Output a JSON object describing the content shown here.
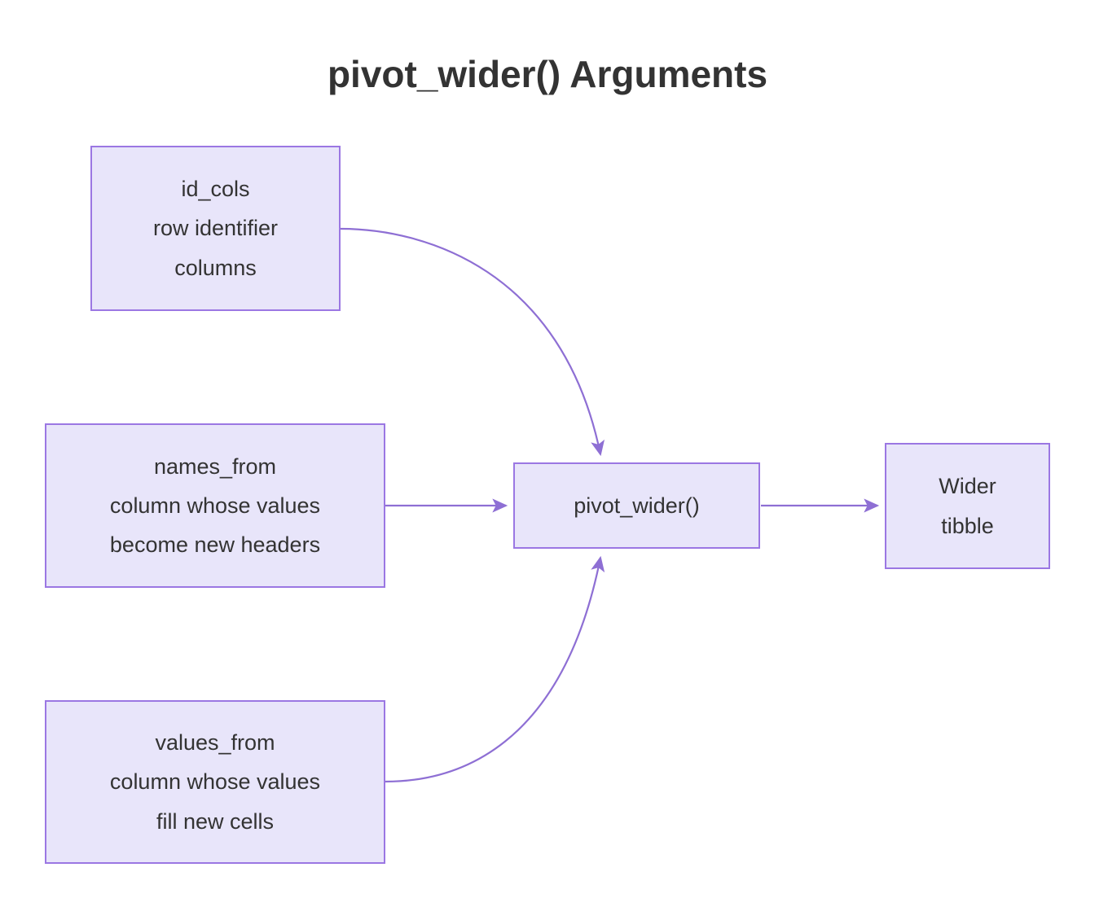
{
  "diagram": {
    "title": "pivot_wider() Arguments",
    "type": "flowchart",
    "background_color": "#FFFFFF",
    "node_fill_color": "#E8E5FA",
    "node_border_color": "#9B77E3",
    "edge_color": "#8E6FD4",
    "text_color": "#333333",
    "nodes": [
      {
        "id": "id_cols",
        "lines": [
          "id_cols",
          "row identifier",
          "columns"
        ],
        "line1": "id_cols",
        "line2": "row identifier",
        "line3": "columns"
      },
      {
        "id": "names_from",
        "lines": [
          "names_from",
          "column whose values",
          "become new headers"
        ],
        "line1": "names_from",
        "line2": "column whose values",
        "line3": "become new headers"
      },
      {
        "id": "values_from",
        "lines": [
          "values_from",
          "column whose values",
          "fill new cells"
        ],
        "line1": "values_from",
        "line2": "column whose values",
        "line3": "fill new cells"
      },
      {
        "id": "pivot_wider",
        "lines": [
          "pivot_wider()"
        ],
        "line1": "pivot_wider()"
      },
      {
        "id": "wider_tibble",
        "lines": [
          "Wider",
          "tibble"
        ],
        "line1": "Wider",
        "line2": "tibble"
      }
    ],
    "edges": [
      {
        "from": "id_cols",
        "to": "pivot_wider",
        "style": "curved",
        "label": ""
      },
      {
        "from": "names_from",
        "to": "pivot_wider",
        "style": "straight",
        "label": ""
      },
      {
        "from": "values_from",
        "to": "pivot_wider",
        "style": "curved",
        "label": ""
      },
      {
        "from": "pivot_wider",
        "to": "wider_tibble",
        "style": "straight",
        "label": ""
      }
    ]
  }
}
